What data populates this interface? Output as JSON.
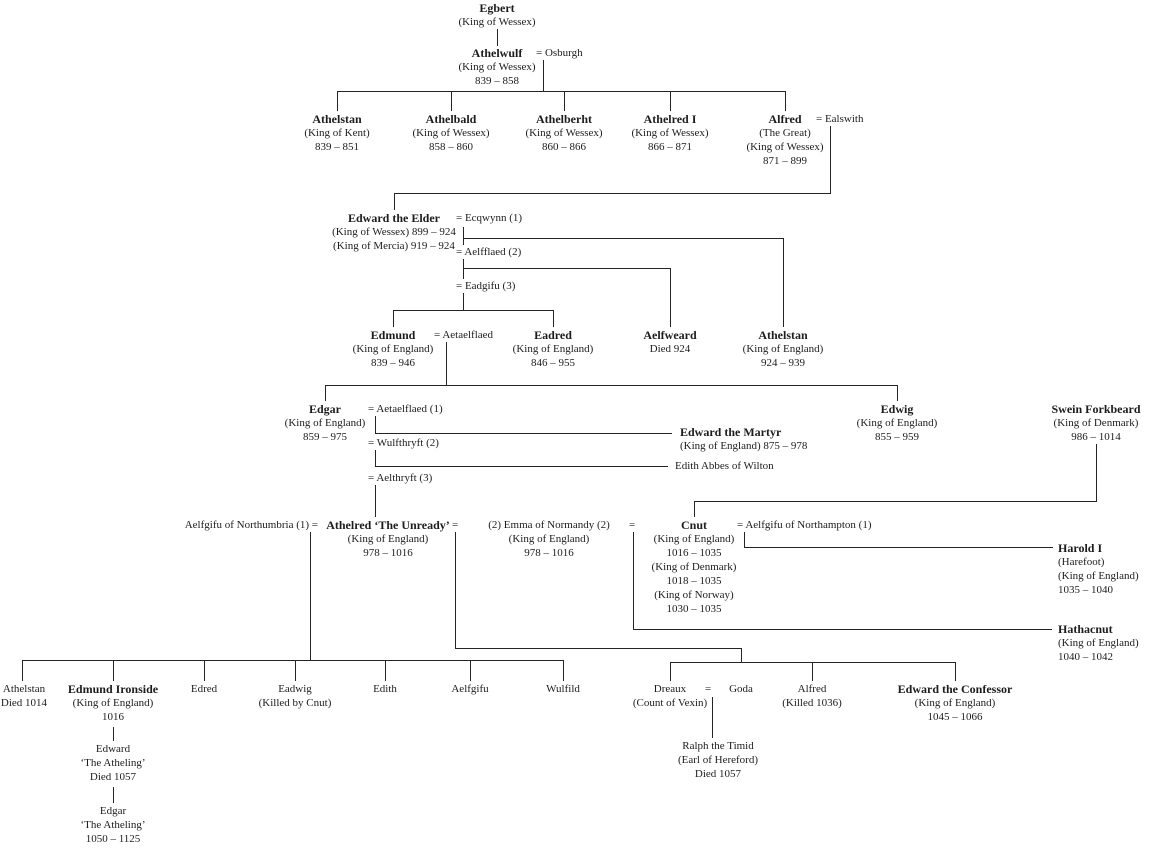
{
  "colors": {
    "background": "#ffffff",
    "text": "#1c1c1c",
    "line": "#242424"
  },
  "persons": {
    "egbert": {
      "name": "Egbert",
      "details": [
        "(King of Wessex)"
      ]
    },
    "osburgh": {
      "name": "=  Osburgh"
    },
    "athelwulf": {
      "name": "Athelwulf",
      "details": [
        "(King of Wessex)",
        "839 – 858"
      ]
    },
    "athelstan_kent": {
      "name": "Athelstan",
      "details": [
        "(King of Kent)",
        "839 – 851"
      ]
    },
    "athelbald": {
      "name": "Athelbald",
      "details": [
        "(King of Wessex)",
        "858 – 860"
      ]
    },
    "athelberht": {
      "name": "Athelberht",
      "details": [
        "(King of Wessex)",
        "860 – 866"
      ]
    },
    "athelred_i": {
      "name": "Athelred I",
      "details": [
        "(King of Wessex)",
        "866 – 871"
      ]
    },
    "alfred_great": {
      "name": "Alfred",
      "details": [
        "(The Great)",
        "(King of Wessex)",
        "871 – 899"
      ]
    },
    "ealswith": {
      "name": "=  Ealswith"
    },
    "edward_elder": {
      "name": "Edward the Elder",
      "details": [
        "(King of Wessex) 899 – 924",
        "(King of Mercia) 919 – 924"
      ]
    },
    "ecgwynn": {
      "name": "=  Ecqwynn (1)"
    },
    "aelfflaed": {
      "name": "=  Aelfflaed (2)"
    },
    "eadgifu": {
      "name": "=  Eadgifu (3)"
    },
    "edmund_i": {
      "name": "Edmund",
      "details": [
        "(King of England)",
        "839 – 946"
      ]
    },
    "aetaelflaed_edmund": {
      "name": "=  Aetaelflaed"
    },
    "eadred": {
      "name": "Eadred",
      "details": [
        "(King of England)",
        "846 – 955"
      ]
    },
    "aelfweard": {
      "name": "Aelfweard",
      "details": [
        "Died 924"
      ]
    },
    "athelstan_england": {
      "name": "Athelstan",
      "details": [
        "(King of England)",
        "924 – 939"
      ]
    },
    "edgar": {
      "name": "Edgar",
      "details": [
        "(King of England)",
        "859 – 975"
      ]
    },
    "aetaelflaed_1": {
      "name": "=  Aetaelflaed (1)"
    },
    "wulfthryft_2": {
      "name": "=  Wulfthryft (2)"
    },
    "aelthryft_3": {
      "name": "=  Aelthryft (3)"
    },
    "edward_martyr": {
      "name": "Edward the Martyr",
      "details": [
        "(King of England) 875 – 978"
      ]
    },
    "edith_wilton": {
      "name": "Edith Abbes of Wilton"
    },
    "edwig": {
      "name": "Edwig",
      "details": [
        "(King of England)",
        "855 – 959"
      ]
    },
    "swein": {
      "name": "Swein Forkbeard",
      "details": [
        "(King of Denmark)",
        "986 – 1014"
      ]
    },
    "aelfgifu_northumbria": {
      "name": "Aelfgifu of Northumbria (1)  ="
    },
    "athelred_unready": {
      "name": "Athelred ‘The Unready’",
      "details": [
        "(King of England)",
        "978 – 1016"
      ]
    },
    "eq_emma": {
      "name": "="
    },
    "emma": {
      "name": "(2) Emma of Normandy (2)",
      "details": [
        "(King of England)",
        "978 – 1016"
      ]
    },
    "eq_cnut": {
      "name": "="
    },
    "cnut": {
      "name": "Cnut",
      "details": [
        "(King of England)",
        "1016 – 1035",
        "(King of Denmark)",
        "1018 – 1035",
        "(King of Norway)",
        "1030 – 1035"
      ]
    },
    "aelfgifu_northampton": {
      "name": "=  Aelfgifu of Northampton (1)"
    },
    "harold_i": {
      "name": "Harold I",
      "details": [
        "(Harefoot)",
        "(King of England)",
        "1035 – 1040"
      ]
    },
    "hathacnut": {
      "name": "Hathacnut",
      "details": [
        "(King of England)",
        "1040 – 1042"
      ]
    },
    "athelstan_1014": {
      "name": "Athelstan",
      "details": [
        "Died 1014"
      ]
    },
    "edmund_ironside": {
      "name": "Edmund Ironside",
      "details": [
        "(King of England)",
        "1016"
      ]
    },
    "edred": {
      "name": "Edred"
    },
    "eadwig_son": {
      "name": "Eadwig",
      "details": [
        "(Killed by Cnut)"
      ]
    },
    "edith": {
      "name": "Edith"
    },
    "aelfgifu_dau": {
      "name": "Aelfgifu"
    },
    "wulfild": {
      "name": "Wulfild"
    },
    "dreaux": {
      "name": "Dreaux",
      "details": [
        "(Count of Vexin)"
      ]
    },
    "eq_goda": {
      "name": "="
    },
    "goda": {
      "name": "Goda"
    },
    "alfred_1036": {
      "name": "Alfred",
      "details": [
        "(Killed 1036)"
      ]
    },
    "edward_confessor": {
      "name": "Edward the Confessor",
      "details": [
        "(King of England)",
        "1045 – 1066"
      ]
    },
    "ralph_timid": {
      "name": "Ralph the Timid",
      "details": [
        "(Earl of Hereford)",
        "Died 1057"
      ]
    },
    "edward_atheling": {
      "name": "Edward",
      "details": [
        "‘The Atheling’",
        "Died 1057"
      ]
    },
    "edgar_atheling": {
      "name": "Edgar",
      "details": [
        "‘The Atheling’",
        "1050 – 1125"
      ]
    }
  }
}
